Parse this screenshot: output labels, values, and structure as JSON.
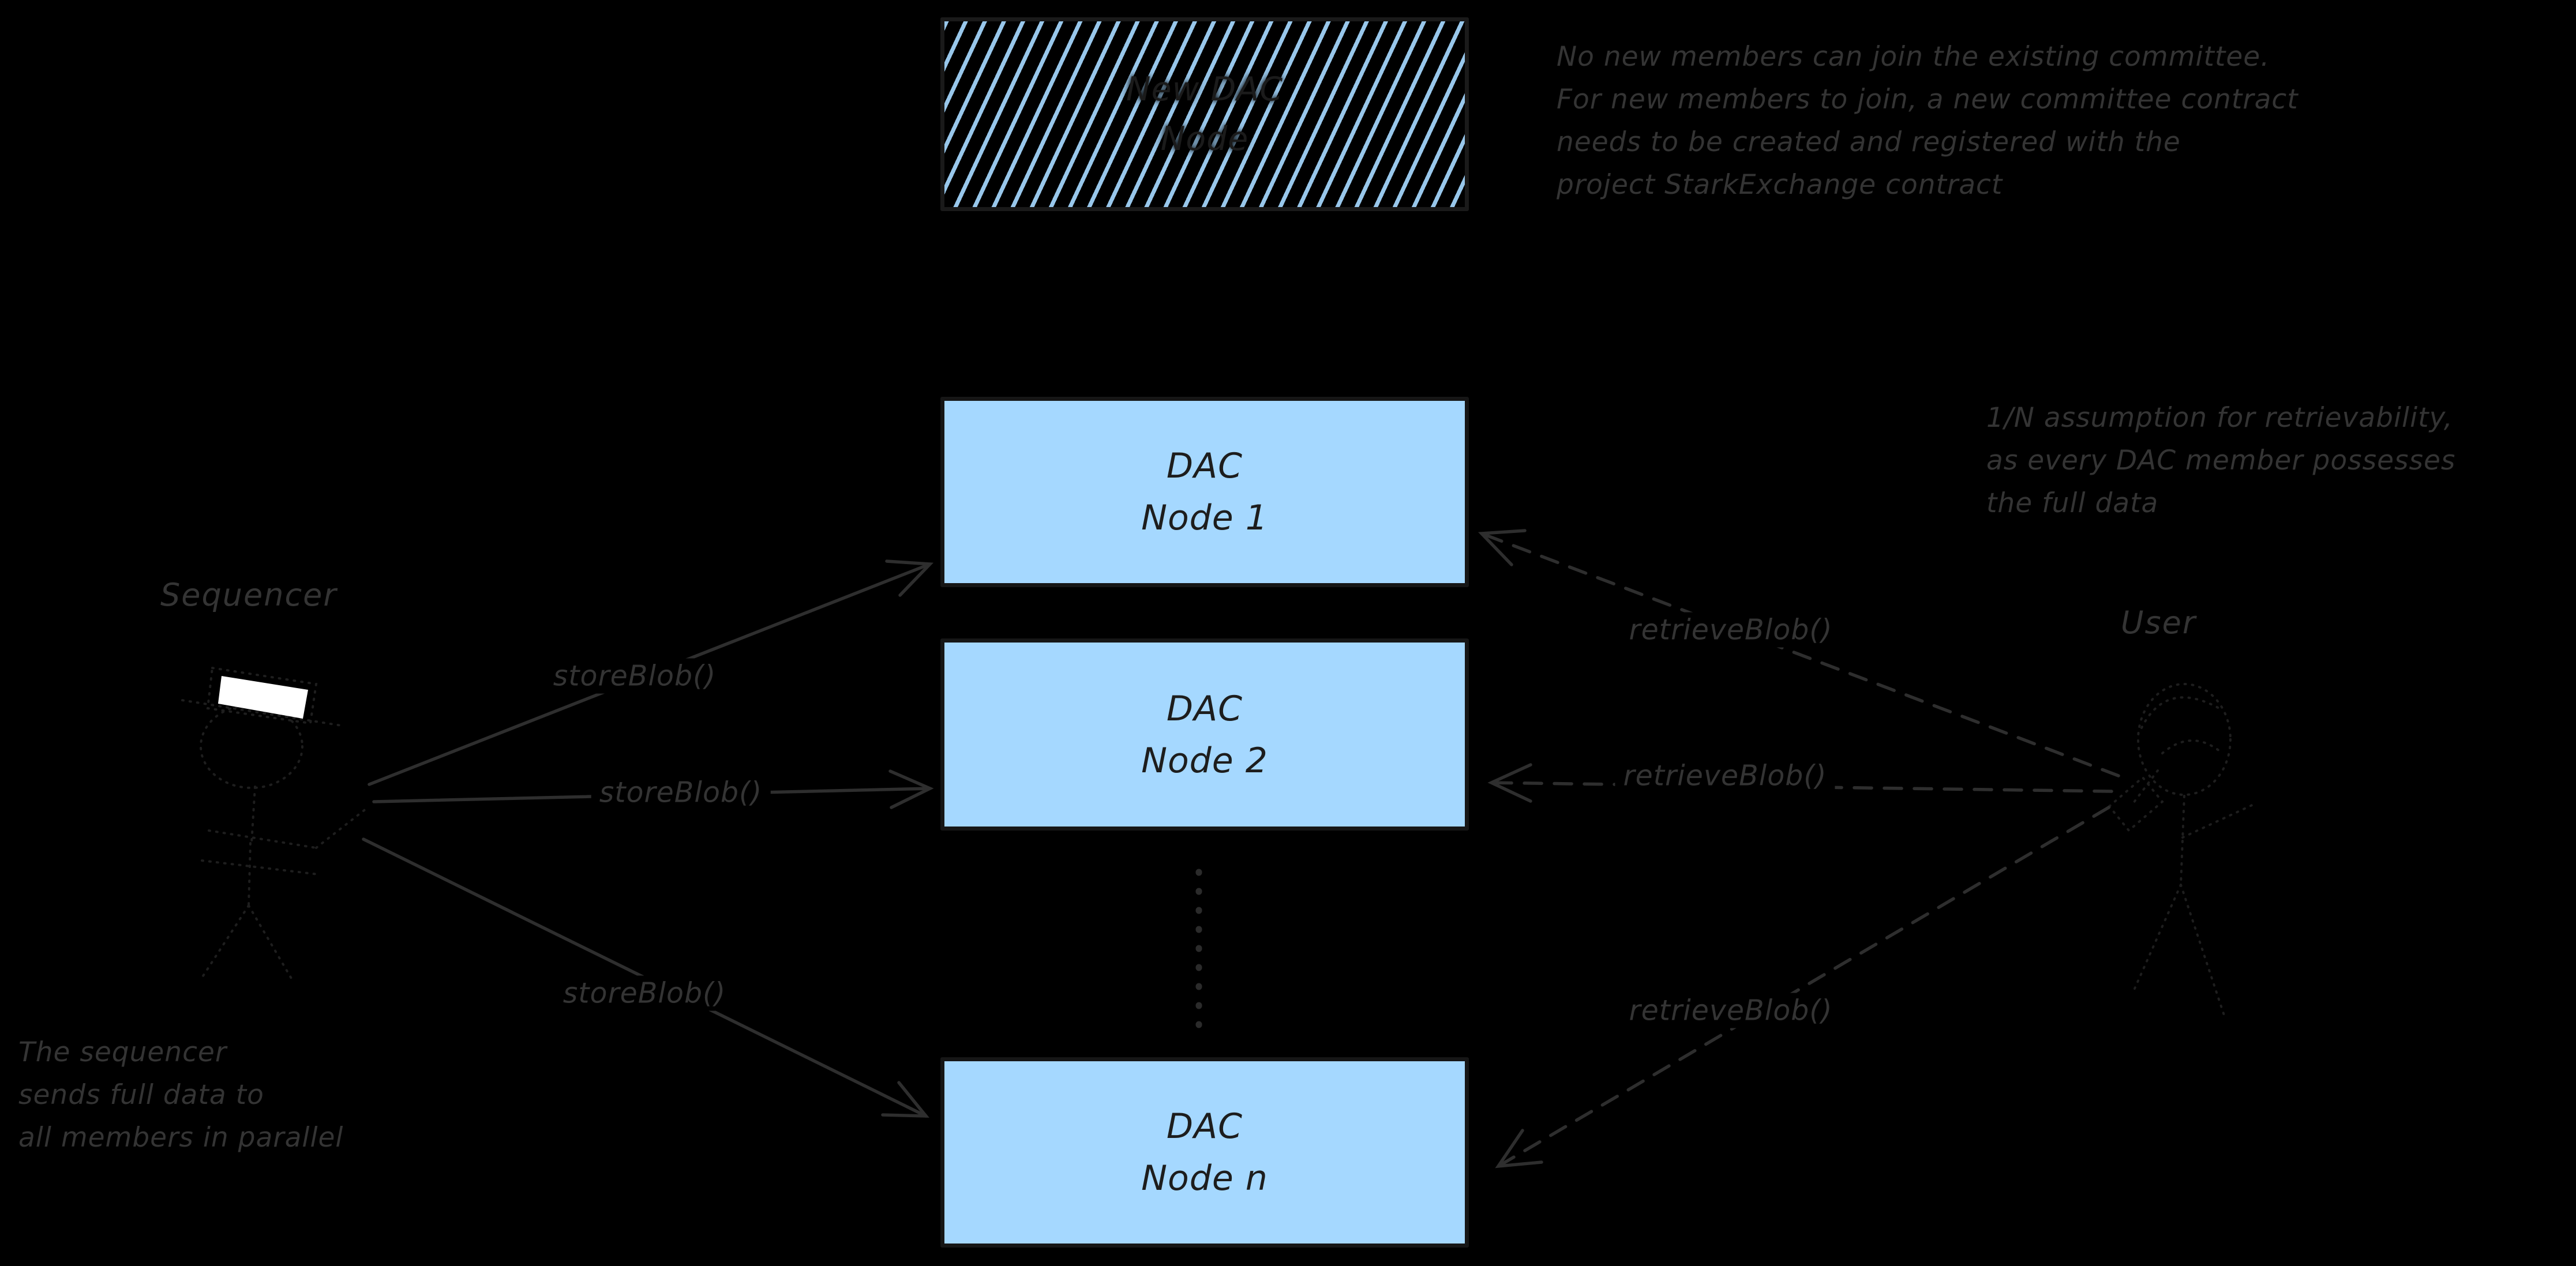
{
  "colors": {
    "background": "#000000",
    "node_fill": "#a5d8ff",
    "node_border": "#161616",
    "node_text": "#1d1d1d",
    "annotation_text": "#343434",
    "arrow_color": "#2e2e2e",
    "figure_color": "#1e1e1e",
    "laptop_screen": "#ffffff"
  },
  "new_dac_box": {
    "lines": [
      "New DAC",
      "Node"
    ]
  },
  "nodes": [
    {
      "lines": [
        "DAC",
        "Node 1"
      ]
    },
    {
      "lines": [
        "DAC",
        "Node 2"
      ]
    },
    {
      "lines": [
        "DAC",
        "Node n"
      ]
    }
  ],
  "actors": {
    "left": "Sequencer",
    "right": "User"
  },
  "edge_labels": {
    "store": [
      "storeBlob()",
      "storeBlob()",
      "storeBlob()"
    ],
    "retrieve": [
      "retrieveBlob()",
      "retrieveBlob()",
      "retrieveBlob()"
    ]
  },
  "notes": {
    "top_right": {
      "lines": [
        "No new members can join the existing committee.",
        "For new members to join, a new committee contract",
        "needs to be created and registered with the",
        "project StarkExchange contract"
      ]
    },
    "right": {
      "lines": [
        "1/N assumption for retrievability,",
        "as every DAC member possesses",
        "the full data"
      ]
    },
    "bottom_left": {
      "lines": [
        "The sequencer",
        "sends full data to",
        "all members in parallel"
      ]
    }
  }
}
